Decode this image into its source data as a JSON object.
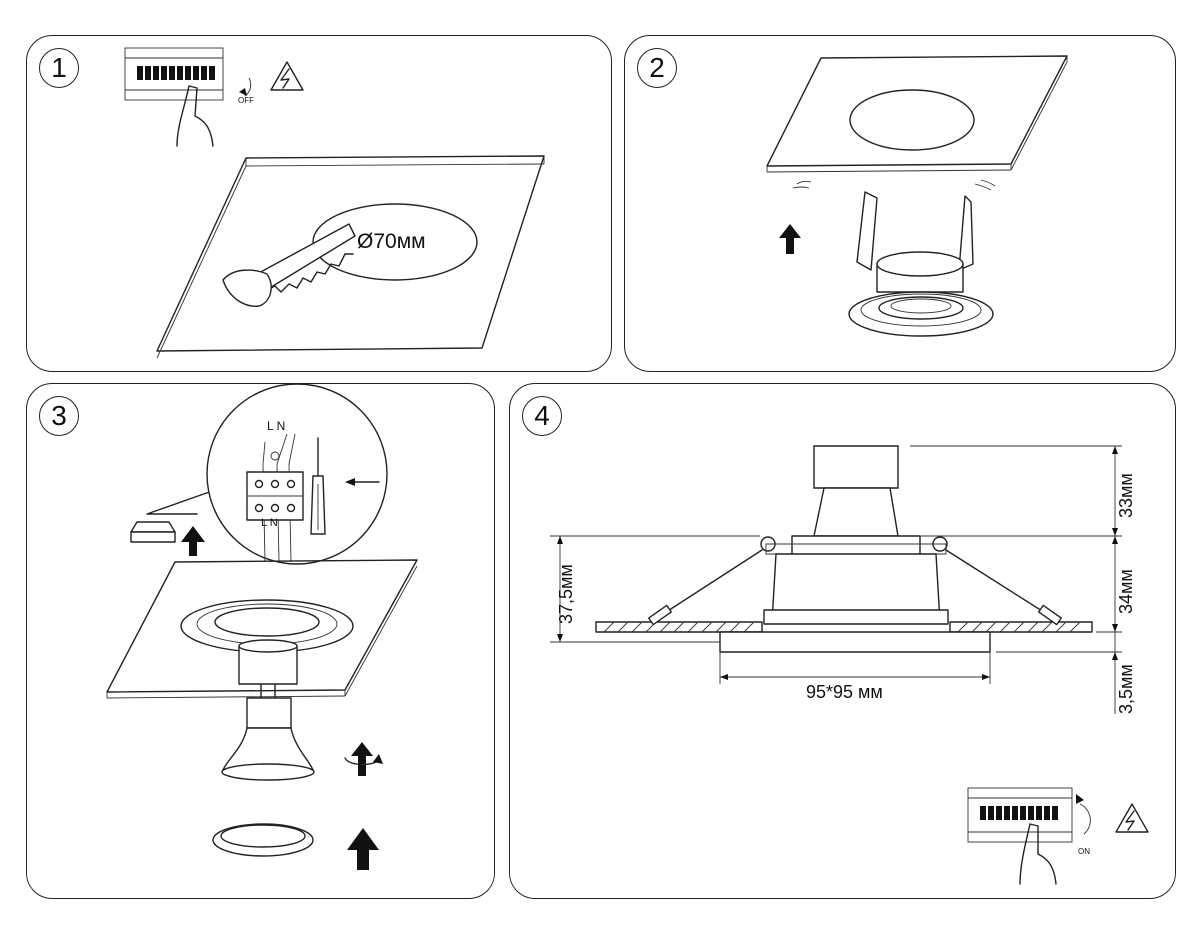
{
  "steps": [
    {
      "number": "1",
      "switch_label": "OFF",
      "hole_label": "Ø70мм"
    },
    {
      "number": "2"
    },
    {
      "number": "3",
      "terminal_top": "L N",
      "terminal_bottom": "L N"
    },
    {
      "number": "4",
      "dim_height_top": "33мм",
      "dim_height_mid": "34мм",
      "dim_height_bottom": "3,5мм",
      "dim_height_left": "37,5мм",
      "dim_width": "95*95 мм",
      "switch_label": "ON"
    }
  ],
  "icons": [
    "breaker-panel-icon",
    "electric-hazard-icon",
    "saw-icon",
    "arrow-up-icon",
    "screwdriver-icon",
    "rotate-icon"
  ]
}
